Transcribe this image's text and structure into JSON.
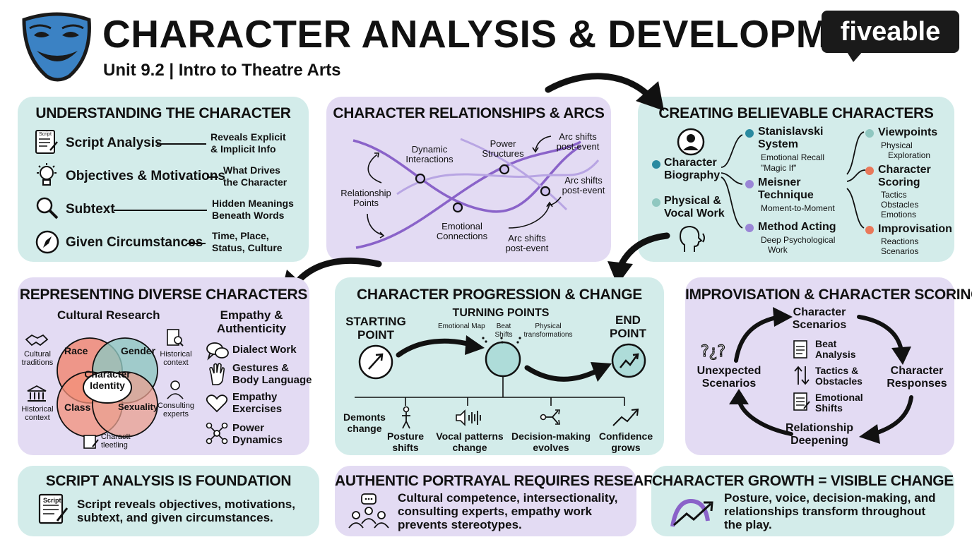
{
  "header": {
    "title": "CHARACTER ANALYSIS & DEVELOPMENT",
    "subtitle": "Unit 9.2 | Intro to Theatre Arts",
    "brand": "fiveable"
  },
  "understanding": {
    "title": "UNDERSTANDING THE CHARACTER",
    "rows": [
      {
        "label": "Script Analysis",
        "desc1": "Reveals Explicit",
        "desc2": "& Implicit Info",
        "icon": "script-icon",
        "icon_text": "Script"
      },
      {
        "label": "Objectives & Motivations",
        "desc1": "What Drives",
        "desc2": "the Character",
        "icon": "lightbulb-icon"
      },
      {
        "label": "Subtext",
        "desc1": "Hidden Meanings",
        "desc2": "Beneath Words",
        "icon": "magnifier-icon"
      },
      {
        "label": "Given Circumstances",
        "desc1": "Time, Place,",
        "desc2": "Status, Culture",
        "icon": "compass-icon"
      }
    ]
  },
  "relationships": {
    "title": "CHARACTER RELATIONSHIPS & ARCS",
    "labels": {
      "relationship_points_1": "Relationship",
      "relationship_points_2": "Points",
      "dynamic_1": "Dynamic",
      "dynamic_2": "Interactions",
      "power_1": "Power",
      "power_2": "Structures",
      "arc_top_1": "Arc shifts",
      "arc_top_2": "post-event",
      "arc_right_1": "Arc shifts",
      "arc_right_2": "post-event",
      "emotional_1": "Emotional",
      "emotional_2": "Connections",
      "arc_bottom_1": "Arc shifts",
      "arc_bottom_2": "post-event"
    }
  },
  "believable": {
    "title": "CREATING BELIEVABLE CHARACTERS",
    "left": [
      {
        "line1": "Character",
        "line2": "Biography",
        "icon": "person-icon"
      },
      {
        "line1": "Physical &",
        "line2": "Vocal Work",
        "icon": "head-voice-icon"
      }
    ],
    "middle": [
      {
        "line1": "Stanislavski",
        "line2": "System",
        "subs": [
          "Emotional Recall",
          "\"Magic If\""
        ]
      },
      {
        "line1": "Meisner",
        "line2": "Technique",
        "subs": [
          "Moment-to-Moment"
        ]
      },
      {
        "line1": "Method Acting",
        "line2": "",
        "subs": [
          "Deep Psychological",
          "Work"
        ]
      }
    ],
    "right": [
      {
        "line1": "Viewpoints",
        "line2": "",
        "subs": [
          "Physical",
          "Exploration"
        ]
      },
      {
        "line1": "Character",
        "line2": "Scoring",
        "subs": [
          "Tactics",
          "Obstacles",
          "Emotions"
        ]
      },
      {
        "line1": "Improvisation",
        "line2": "",
        "subs": [
          "Reactions",
          "Scenarios"
        ]
      }
    ],
    "colors": {
      "teal_dot": "#2a8aa0",
      "purple_dot": "#9a86d6",
      "orange_dot": "#e9785a"
    }
  },
  "diverse": {
    "title": "REPRESENTING DIVERSE CHARACTERS",
    "cultural_research": "Cultural Research",
    "venn": {
      "center_1": "Character",
      "center_2": "Identity",
      "race": "Race",
      "gender": "Gender",
      "class": "Class",
      "sexuality": "Sexuality",
      "colors": {
        "race": "#f08a76",
        "gender": "#8fc7c0",
        "class": "#f3907a",
        "sexuality": "#e9a090"
      }
    },
    "side_labels": {
      "cultural_traditions_1": "Cultural",
      "cultural_traditions_2": "traditions",
      "historical_left_1": "Historical",
      "historical_left_2": "context",
      "historical_right_1": "Historical",
      "historical_right_2": "context",
      "consulting_1": "Consulting",
      "consulting_2": "experts",
      "bottom_1": "Charactt",
      "bottom_2": "tleetling"
    },
    "empathy_title_1": "Empathy &",
    "empathy_title_2": "Authenticity",
    "empathy_items": [
      {
        "line1": "Dialect Work",
        "line2": "",
        "icon": "speech-bubbles-icon"
      },
      {
        "line1": "Gestures &",
        "line2": "Body Language",
        "icon": "hand-icon"
      },
      {
        "line1": "Empathy",
        "line2": "Exercises",
        "icon": "heart-hands-icon"
      },
      {
        "line1": "Power",
        "line2": "Dynamics",
        "icon": "network-icon"
      }
    ]
  },
  "progression": {
    "title": "CHARACTER PROGRESSION & CHANGE",
    "start_1": "STARTING",
    "start_2": "POINT",
    "turning": "TURNING POINTS",
    "turning_subs": {
      "emotional_map": "Emotional Map",
      "beat_1": "Beat",
      "beat_2": "Shifts",
      "physical_1": "Physical",
      "physical_2": "transformations"
    },
    "end_1": "END",
    "end_2": "POINT",
    "demonstrates_1": "Demonts",
    "demonstrates_2": "change",
    "outcomes": [
      {
        "line1": "Posture",
        "line2": "shifts",
        "icon": "posture-icon"
      },
      {
        "line1": "Vocal patterns",
        "line2": "change",
        "icon": "soundwave-icon"
      },
      {
        "line1": "Decision-making",
        "line2": "evolves",
        "icon": "branch-icon"
      },
      {
        "line1": "Confidence",
        "line2": "grows",
        "icon": "trend-up-icon"
      }
    ],
    "colors": {
      "circle_fill": "#aedcd9"
    }
  },
  "improv": {
    "title": "IMPROVISATION & CHARACTER SCORING",
    "top_1": "Character",
    "top_2": "Scenarios",
    "right_1": "Character",
    "right_2": "Responses",
    "bottom_1": "Relationship",
    "bottom_2": "Deepening",
    "left_1": "Unexpected",
    "left_2": "Scenarios",
    "center": [
      {
        "line1": "Beat",
        "line2": "Analysis",
        "icon": "document-icon"
      },
      {
        "line1": "Tactics &",
        "line2": "Obstacles",
        "icon": "up-down-arrows-icon"
      },
      {
        "line1": "Emotional",
        "line2": "Shifts",
        "icon": "notes-icon"
      }
    ]
  },
  "summaries": [
    {
      "title": "SCRIPT ANALYSIS IS FOUNDATION",
      "text_1": "Script reveals objectives, motivations,",
      "text_2": "subtext, and given circumstances.",
      "text_3": "",
      "icon": "script-icon",
      "icon_text": "Script"
    },
    {
      "title": "AUTHENTIC PORTRAYAL REQUIRES RESEARCH",
      "text_1": "Cultural competence, intersectionality,",
      "text_2": "consulting experts, empathy work",
      "text_3": "prevents stereotypes.",
      "icon": "group-discussion-icon"
    },
    {
      "title": "CHARACTER GROWTH = VISIBLE CHANGE",
      "text_1": "Posture, voice, decision-making, and",
      "text_2": "relationships transform throughout",
      "text_3": "the play.",
      "icon": "growth-arc-icon"
    }
  ],
  "colors": {
    "teal_panel": "#d3ecea",
    "lavender_panel": "#e3dbf3",
    "mask_blue": "#3b82c4",
    "arc_purple": "#8a63c9",
    "ink": "#111111"
  }
}
